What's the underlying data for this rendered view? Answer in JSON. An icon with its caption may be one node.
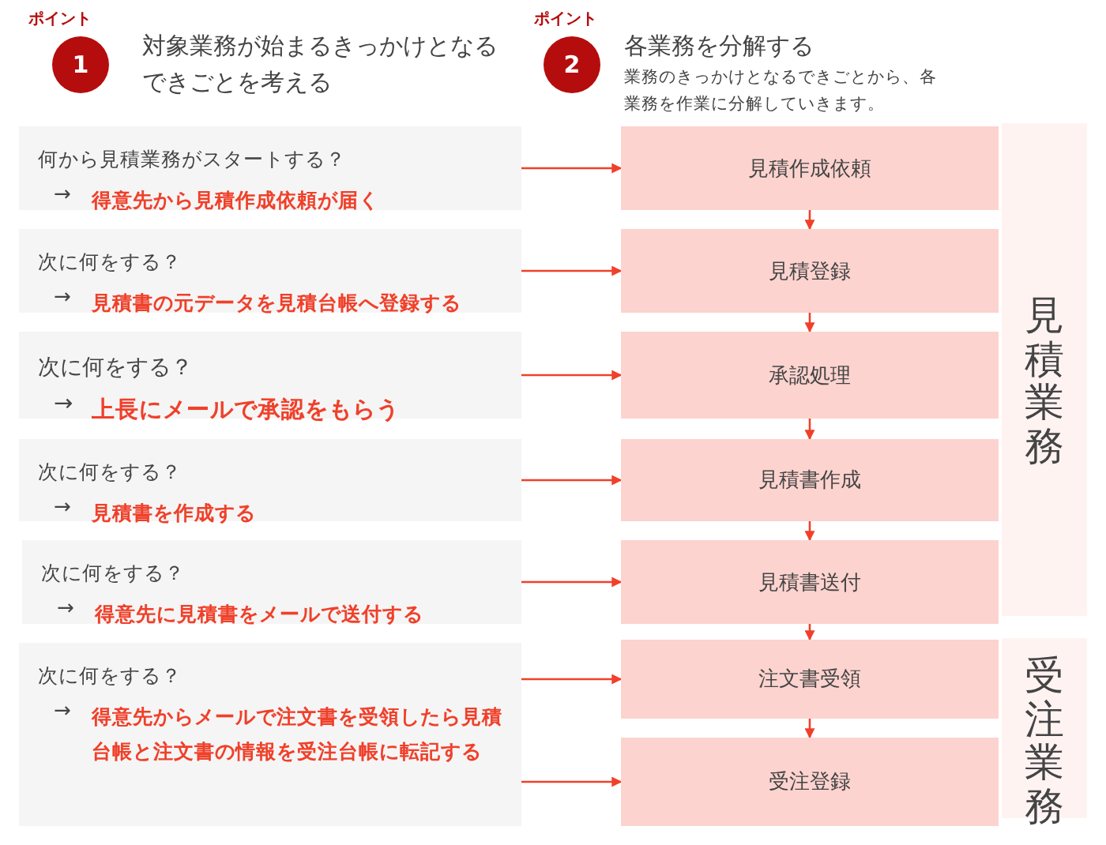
{
  "diagram": {
    "nodes": [
      {
        "text": [
          "1"
        ],
        "beside": [
          "ポイント",
          "対象業務が始まるきっかけとなるできごとを考える"
        ]
      },
      {
        "text": [
          "2"
        ],
        "beside": [
          "ポイント",
          "各業務を分解する",
          "業務のきっかけとなるできごとから、各業務を作業に分解していきます。"
        ]
      },
      {
        "text": [
          "何から見積業務がスタートする？",
          "→",
          "得意先から見積作成依頼が届く"
        ]
      },
      {
        "text": [
          "次に何をする？",
          "→",
          "見積書の元データを見積台帳へ登録する"
        ]
      },
      {
        "text": [
          "次に何をする？",
          "→",
          "上長にメールで承認をもらう"
        ]
      },
      {
        "text": [
          "次に何をする？",
          "→",
          "見積書を作成する"
        ]
      },
      {
        "text": [
          "次に何をする？",
          "→",
          "得意先に見積書をメールで送付する"
        ]
      },
      {
        "text": [
          "次に何をする？",
          "→",
          "得意先からメールで注文書を受領したら見積台帳と注文書の情報を受注台帳に転記する"
        ]
      },
      {
        "text": [
          "見積作成依頼"
        ]
      },
      {
        "text": [
          "見積登録"
        ]
      },
      {
        "text": [
          "承認処理"
        ]
      },
      {
        "text": [
          "見積書作成"
        ]
      },
      {
        "text": [
          "見積書送付"
        ]
      },
      {
        "text": [
          "注文書受領"
        ]
      },
      {
        "text": [
          "受注登録"
        ]
      },
      {
        "text": [
          "見積業務"
        ]
      },
      {
        "text": [
          "受注業務"
        ]
      }
    ],
    "edges": [
      {
        "from": 2,
        "to": 8,
        "arrow": "to"
      },
      {
        "from": 3,
        "to": 9,
        "arrow": "to"
      },
      {
        "from": 4,
        "to": 10,
        "arrow": "to"
      },
      {
        "from": 5,
        "to": 11,
        "arrow": "to"
      },
      {
        "from": 6,
        "to": 12,
        "arrow": "to"
      },
      {
        "from": 7,
        "to": 13,
        "arrow": "to"
      },
      {
        "from": 7,
        "to": 14,
        "arrow": "to"
      },
      {
        "from": 8,
        "to": 9,
        "arrow": "to"
      },
      {
        "from": 9,
        "to": 10,
        "arrow": "to"
      },
      {
        "from": 10,
        "to": 11,
        "arrow": "to"
      },
      {
        "from": 11,
        "to": 12,
        "arrow": "to"
      },
      {
        "from": 12,
        "to": 13,
        "arrow": "to"
      },
      {
        "from": 13,
        "to": 14,
        "arrow": "to"
      }
    ]
  }
}
